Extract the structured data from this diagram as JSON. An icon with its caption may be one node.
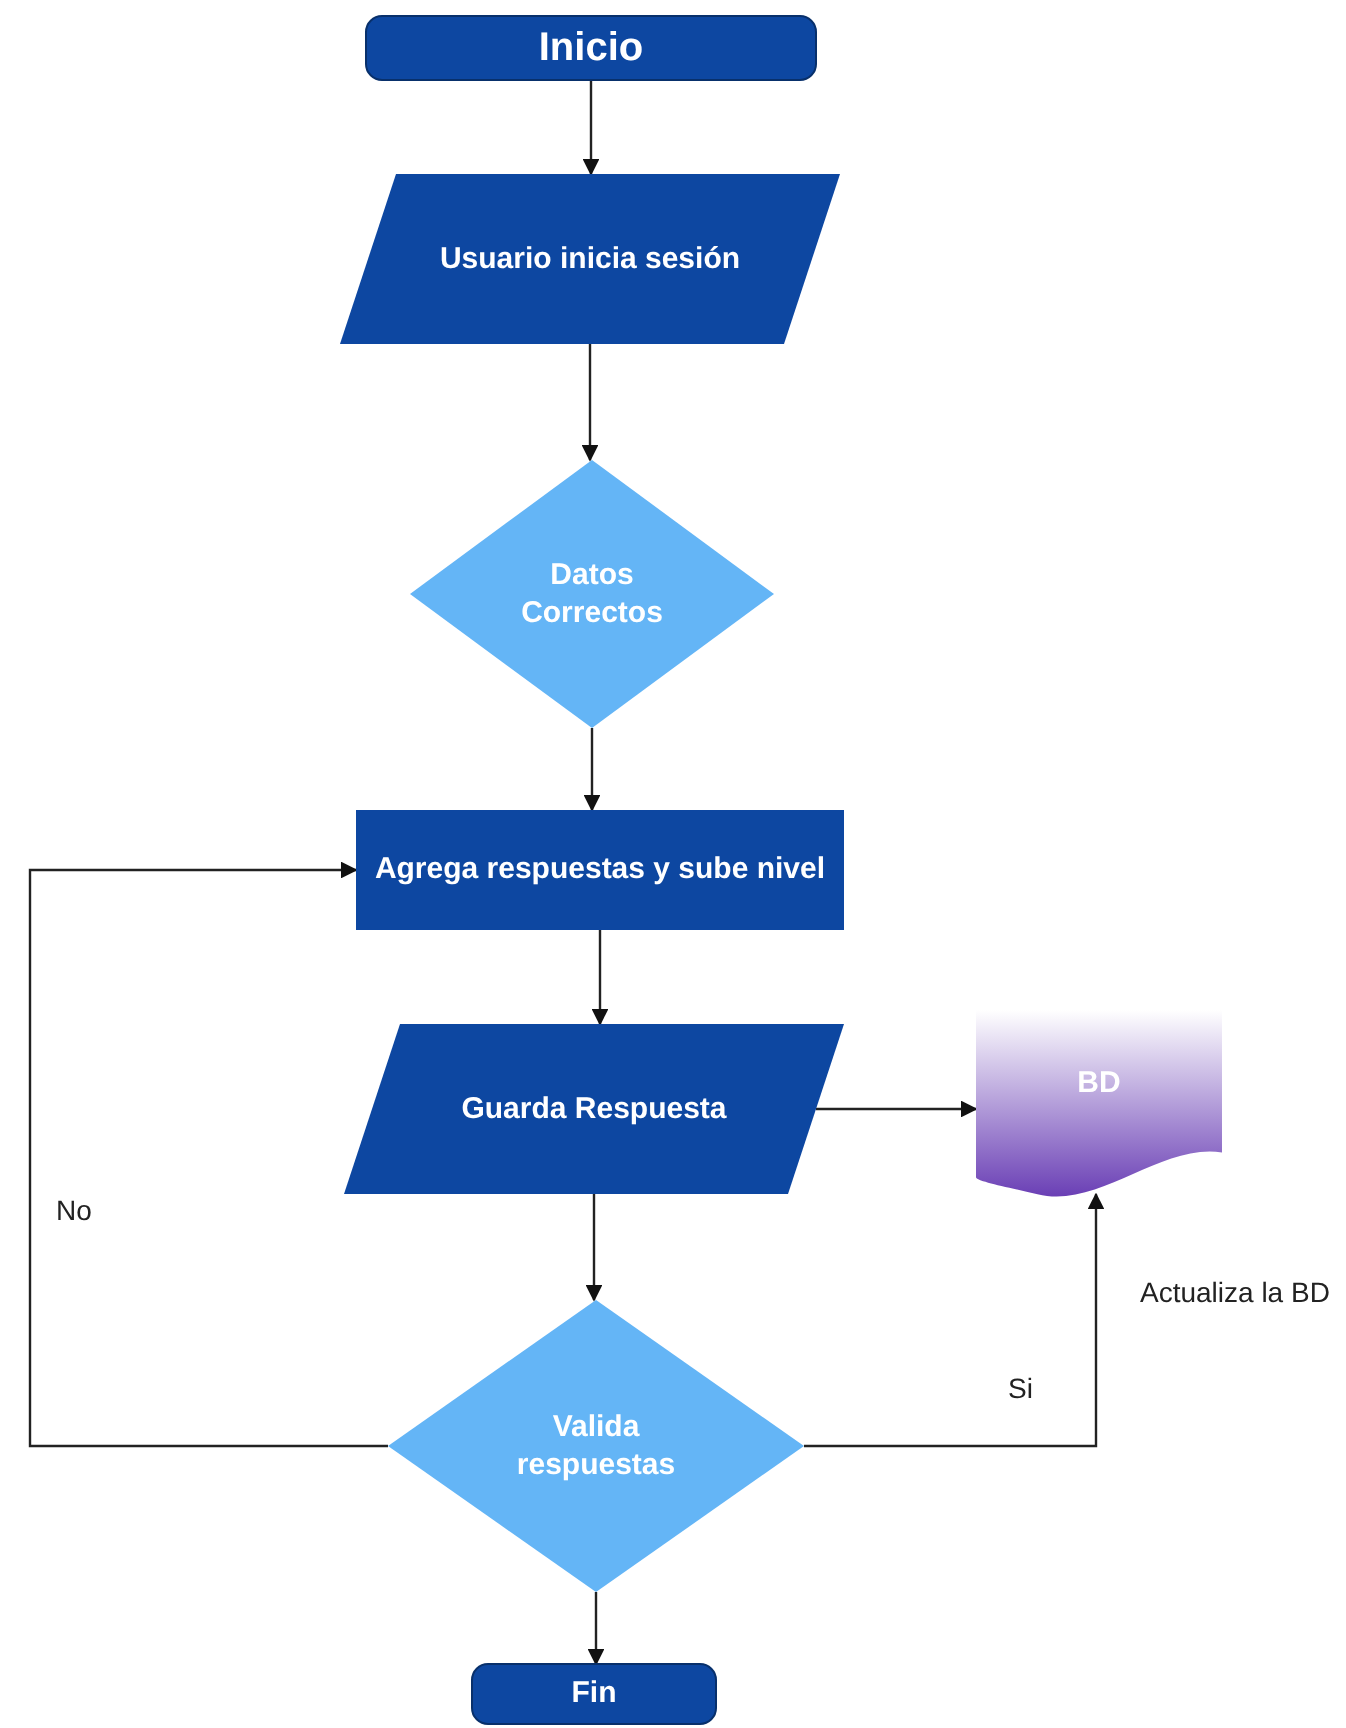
{
  "diagram": {
    "nodes": [
      {
        "text": [
          "Inicio"
        ]
      },
      {
        "text": [
          "Usuario inicia sesión"
        ]
      },
      {
        "text": [
          "Datos Correctos"
        ]
      },
      {
        "text": [
          "Agrega respuestas y sube nivel"
        ]
      },
      {
        "text": [
          "Guarda Respuesta"
        ]
      },
      {
        "text": [
          "BD"
        ]
      },
      {
        "text": [
          "Valida respuestas"
        ]
      },
      {
        "text": [
          "Fin"
        ]
      }
    ],
    "edges": [
      {
        "from": 0,
        "to": 1,
        "arrow": "to"
      },
      {
        "from": 1,
        "to": 2,
        "arrow": "to"
      },
      {
        "from": 2,
        "to": 3,
        "arrow": "to"
      },
      {
        "from": 3,
        "to": 4,
        "arrow": "to"
      },
      {
        "from": 4,
        "to": 5,
        "arrow": "to"
      },
      {
        "from": 4,
        "to": 6,
        "arrow": "to"
      },
      {
        "from": 6,
        "to": 3,
        "arrow": "to",
        "label": "No"
      },
      {
        "from": 6,
        "to": 5,
        "arrow": "to",
        "label": "Si"
      },
      {
        "from": 6,
        "to": 7,
        "arrow": "to"
      }
    ],
    "labels": [
      "Actualiza la BD"
    ]
  }
}
